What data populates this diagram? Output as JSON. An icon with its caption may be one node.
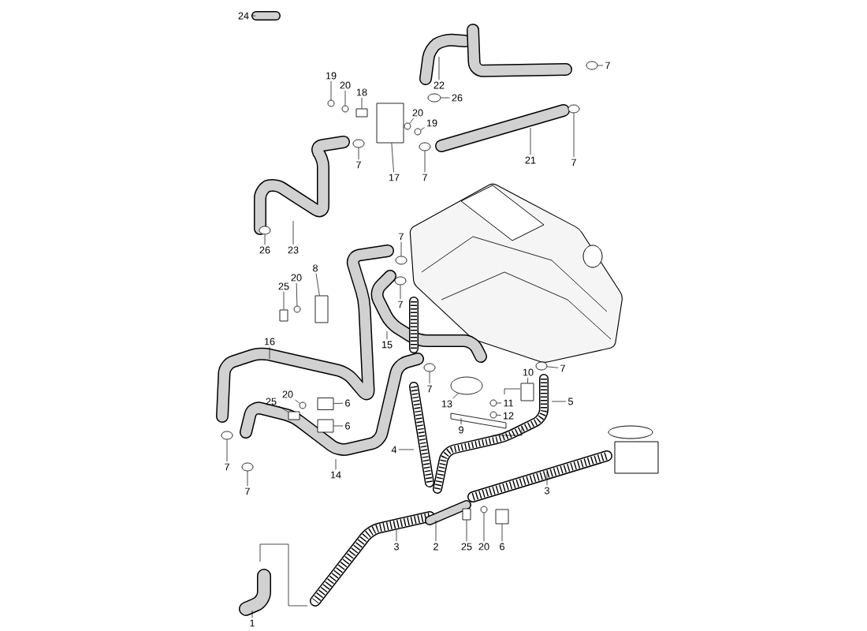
{
  "diagram": {
    "nodes": [
      {
        "text": [
          "24"
        ]
      },
      {
        "text": [
          "22"
        ]
      },
      {
        "text": [
          "7"
        ]
      },
      {
        "text": [
          "19"
        ]
      },
      {
        "text": [
          "20"
        ]
      },
      {
        "text": [
          "18"
        ]
      },
      {
        "text": [
          "20"
        ]
      },
      {
        "text": [
          "26"
        ]
      },
      {
        "text": [
          "19"
        ]
      },
      {
        "text": [
          "7"
        ]
      },
      {
        "text": [
          "17"
        ]
      },
      {
        "text": [
          "7"
        ]
      },
      {
        "text": [
          "21"
        ]
      },
      {
        "text": [
          "7"
        ]
      },
      {
        "text": [
          "26"
        ]
      },
      {
        "text": [
          "23"
        ]
      },
      {
        "text": [
          "7"
        ]
      },
      {
        "text": [
          "8"
        ]
      },
      {
        "text": [
          "20"
        ]
      },
      {
        "text": [
          "25"
        ]
      },
      {
        "text": [
          "7"
        ]
      },
      {
        "text": [
          "16"
        ]
      },
      {
        "text": [
          "15"
        ]
      },
      {
        "text": [
          "7"
        ]
      },
      {
        "text": [
          "7"
        ]
      },
      {
        "text": [
          "10"
        ]
      },
      {
        "text": [
          "20"
        ]
      },
      {
        "text": [
          "25"
        ]
      },
      {
        "text": [
          "6"
        ]
      },
      {
        "text": [
          "11"
        ]
      },
      {
        "text": [
          "13"
        ]
      },
      {
        "text": [
          "5"
        ]
      },
      {
        "text": [
          "12"
        ]
      },
      {
        "text": [
          "6"
        ]
      },
      {
        "text": [
          "9"
        ]
      },
      {
        "text": [
          "7"
        ]
      },
      {
        "text": [
          "14"
        ]
      },
      {
        "text": [
          "4"
        ]
      },
      {
        "text": [
          "7"
        ]
      },
      {
        "text": [
          "3"
        ]
      },
      {
        "text": [
          "3"
        ]
      },
      {
        "text": [
          "2"
        ]
      },
      {
        "text": [
          "25"
        ]
      },
      {
        "text": [
          "20"
        ]
      },
      {
        "text": [
          "6"
        ]
      },
      {
        "text": [
          "1"
        ]
      },
      {
        "text": [],
        "shape": "circle"
      },
      {
        "text": [],
        "shape": "circle"
      },
      {
        "text": [],
        "shape": "circle"
      },
      {
        "text": [],
        "shape": "box"
      },
      {
        "text": [],
        "shape": "circle"
      },
      {
        "text": [],
        "shape": "circle"
      },
      {
        "text": [],
        "shape": "circle"
      },
      {
        "text": [],
        "shape": "circle"
      },
      {
        "text": [],
        "shape": "box"
      },
      {
        "text": [],
        "shape": "circle"
      },
      {
        "text": [],
        "shape": "circle"
      },
      {
        "text": [],
        "shape": "circle"
      },
      {
        "text": [],
        "shape": "circle"
      },
      {
        "text": [],
        "shape": "box"
      },
      {
        "text": [],
        "shape": "circle"
      },
      {
        "text": [],
        "shape": "box"
      },
      {
        "text": [],
        "shape": "circle"
      },
      {
        "text": [],
        "shape": "circle"
      },
      {
        "text": [],
        "shape": "circle"
      },
      {
        "text": [],
        "shape": "box"
      },
      {
        "text": [],
        "shape": "circle"
      },
      {
        "text": [],
        "shape": "box"
      },
      {
        "text": [],
        "shape": "box"
      },
      {
        "text": [],
        "shape": "circle"
      },
      {
        "text": [],
        "shape": "circle"
      },
      {
        "text": [],
        "shape": "circle"
      },
      {
        "text": [],
        "shape": "box"
      },
      {
        "text": [],
        "shape": "circle"
      },
      {
        "text": [],
        "shape": "circle"
      },
      {
        "text": [],
        "shape": "box"
      },
      {
        "text": [],
        "shape": "circle"
      },
      {
        "text": [],
        "shape": "box"
      }
    ],
    "edges": [
      {
        "from": 0,
        "to": null,
        "arrow": "none"
      },
      {
        "from": 1,
        "to": null,
        "arrow": "none"
      },
      {
        "from": 2,
        "to": 46,
        "arrow": "none"
      },
      {
        "from": 3,
        "to": 47,
        "arrow": "none"
      },
      {
        "from": 4,
        "to": 48,
        "arrow": "none"
      },
      {
        "from": 5,
        "to": 49,
        "arrow": "none"
      },
      {
        "from": 6,
        "to": 50,
        "arrow": "none"
      },
      {
        "from": 7,
        "to": 51,
        "arrow": "none"
      },
      {
        "from": 8,
        "to": 52,
        "arrow": "none"
      },
      {
        "from": 9,
        "to": 53,
        "arrow": "none"
      },
      {
        "from": 10,
        "to": 54,
        "arrow": "none"
      },
      {
        "from": 11,
        "to": 55,
        "arrow": "none"
      },
      {
        "from": 12,
        "to": null,
        "arrow": "none"
      },
      {
        "from": 13,
        "to": 56,
        "arrow": "none"
      },
      {
        "from": 14,
        "to": 57,
        "arrow": "none"
      },
      {
        "from": 15,
        "to": null,
        "arrow": "none"
      },
      {
        "from": 16,
        "to": 58,
        "arrow": "none"
      },
      {
        "from": 17,
        "to": 59,
        "arrow": "none"
      },
      {
        "from": 18,
        "to": 60,
        "arrow": "none"
      },
      {
        "from": 19,
        "to": 61,
        "arrow": "none"
      },
      {
        "from": 20,
        "to": 62,
        "arrow": "none"
      },
      {
        "from": 21,
        "to": null,
        "arrow": "none"
      },
      {
        "from": 22,
        "to": null,
        "arrow": "none"
      },
      {
        "from": 23,
        "to": 63,
        "arrow": "none"
      },
      {
        "from": 24,
        "to": 64,
        "arrow": "none"
      },
      {
        "from": 25,
        "to": 65,
        "arrow": "none"
      },
      {
        "from": 26,
        "to": 66,
        "arrow": "none"
      },
      {
        "from": 27,
        "to": 67,
        "arrow": "none"
      },
      {
        "from": 28,
        "to": 68,
        "arrow": "none"
      },
      {
        "from": 29,
        "to": 69,
        "arrow": "none"
      },
      {
        "from": 30,
        "to": 70,
        "arrow": "none"
      },
      {
        "from": 31,
        "to": null,
        "arrow": "none"
      },
      {
        "from": 32,
        "to": 71,
        "arrow": "none"
      },
      {
        "from": 33,
        "to": 72,
        "arrow": "none"
      },
      {
        "from": 34,
        "to": null,
        "arrow": "none"
      },
      {
        "from": 35,
        "to": 73,
        "arrow": "none"
      },
      {
        "from": 36,
        "to": null,
        "arrow": "none"
      },
      {
        "from": 37,
        "to": null,
        "arrow": "none"
      },
      {
        "from": 38,
        "to": 74,
        "arrow": "none"
      },
      {
        "from": 39,
        "to": null,
        "arrow": "none"
      },
      {
        "from": 40,
        "to": null,
        "arrow": "none"
      },
      {
        "from": 41,
        "to": null,
        "arrow": "none"
      },
      {
        "from": 42,
        "to": 75,
        "arrow": "none"
      },
      {
        "from": 43,
        "to": 76,
        "arrow": "none"
      },
      {
        "from": 44,
        "to": 77,
        "arrow": "none"
      },
      {
        "from": 45,
        "to": null,
        "arrow": "none"
      }
    ]
  }
}
